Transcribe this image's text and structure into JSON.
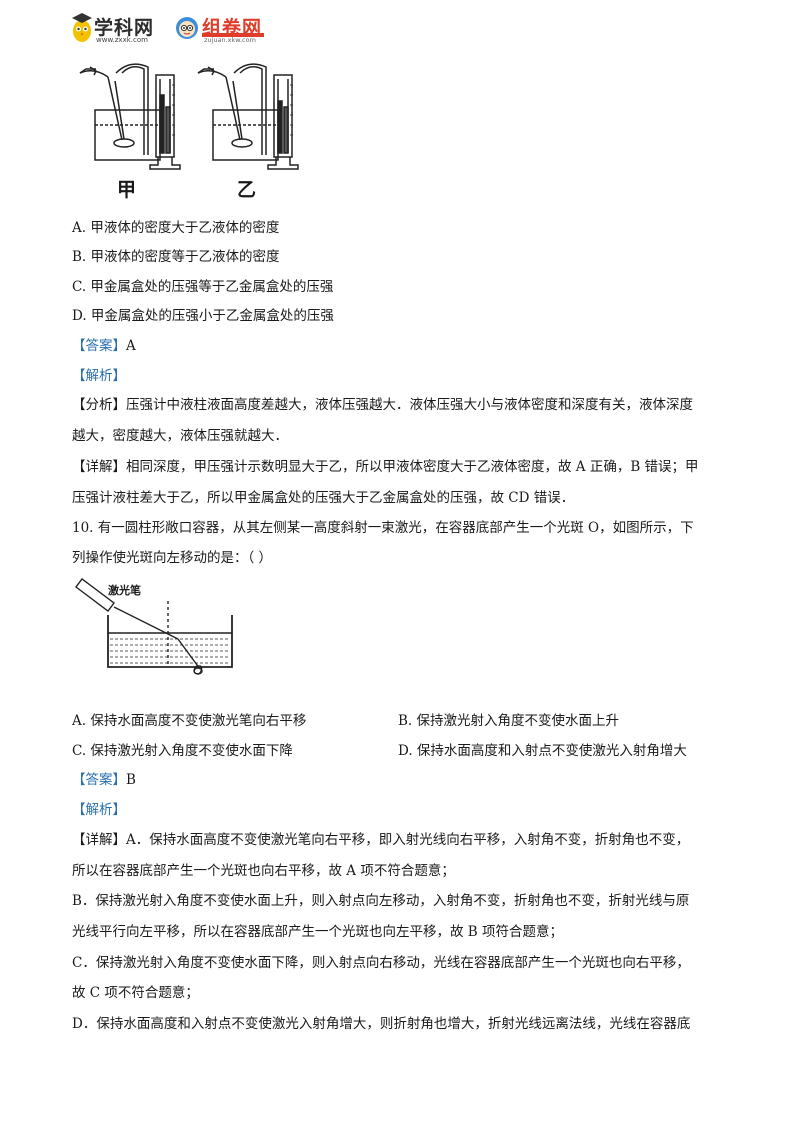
{
  "header": {
    "logo1_text": "学科网",
    "logo1_sub": "www.zxxk.com",
    "logo2_text": "组卷网",
    "logo2_sub": "zujuan.xkw.com"
  },
  "figure1": {
    "label_a": "甲",
    "label_b": "乙"
  },
  "q9": {
    "options": [
      "A. 甲液体的密度大于乙液体的密度",
      "B. 甲液体的密度等于乙液体的密度",
      "C. 甲金属盒处的压强等于乙金属盒处的压强",
      "D. 甲金属盒处的压强小于乙金属盒处的压强"
    ],
    "answer_tag": "【答案】",
    "answer": "A",
    "analysis_tag": "【解析】",
    "fenxi_tag": "【分析】",
    "fenxi_lines": [
      "压强计中液柱液面高度差越大，液体压强越大．液体压强大小与液体密度和深度有关，液体深度",
      "越大，密度越大，液体压强就越大．"
    ],
    "xiangjie_tag": "【详解】",
    "xiangjie_lines": [
      "相同深度，甲压强计示数明显大于乙，所以甲液体密度大于乙液体密度，故 A 正确，B 错误；甲",
      "压强计液柱差大于乙，所以甲金属盒处的压强大于乙金属盒处的压强，故 CD 错误．"
    ]
  },
  "q10": {
    "stem_lines": [
      "10. 有一圆柱形敞口容器，从其左侧某一高度斜射一束激光，在容器底部产生一个光斑 O，如图所示，下",
      "列操作使光斑向左移动的是：（    ）"
    ],
    "figure_label": "激光笔",
    "figure_point": "O",
    "options": [
      "A. 保持水面高度不变使激光笔向右平移",
      "B. 保持激光射入角度不变使水面上升",
      "C. 保持激光射入角度不变使水面下降",
      "D. 保持水面高度和入射点不变使激光入射角增大"
    ],
    "answer_tag": "【答案】",
    "answer": "B",
    "analysis_tag": "【解析】",
    "xiangjie_tag": "【详解】",
    "xiangjie_lines": [
      "A．保持水面高度不变使激光笔向右平移，即入射光线向右平移，入射角不变，折射角也不变，",
      "所以在容器底部产生一个光斑也向右平移，故 A 项不符合题意；",
      "B．保持激光射入角度不变使水面上升，则入射点向左移动，入射角不变，折射角也不变，折射光线与原",
      "光线平行向左平移，所以在容器底部产生一个光斑也向左平移，故 B 项符合题意；",
      "C．保持激光射入角度不变使水面下降，则入射点向右移动，光线在容器底部产生一个光斑也向右平移，",
      "故 C 项不符合题意；",
      "D．保持水面高度和入射点不变使激光入射角增大，则折射角也增大，折射光线远离法线，光线在容器底"
    ]
  }
}
